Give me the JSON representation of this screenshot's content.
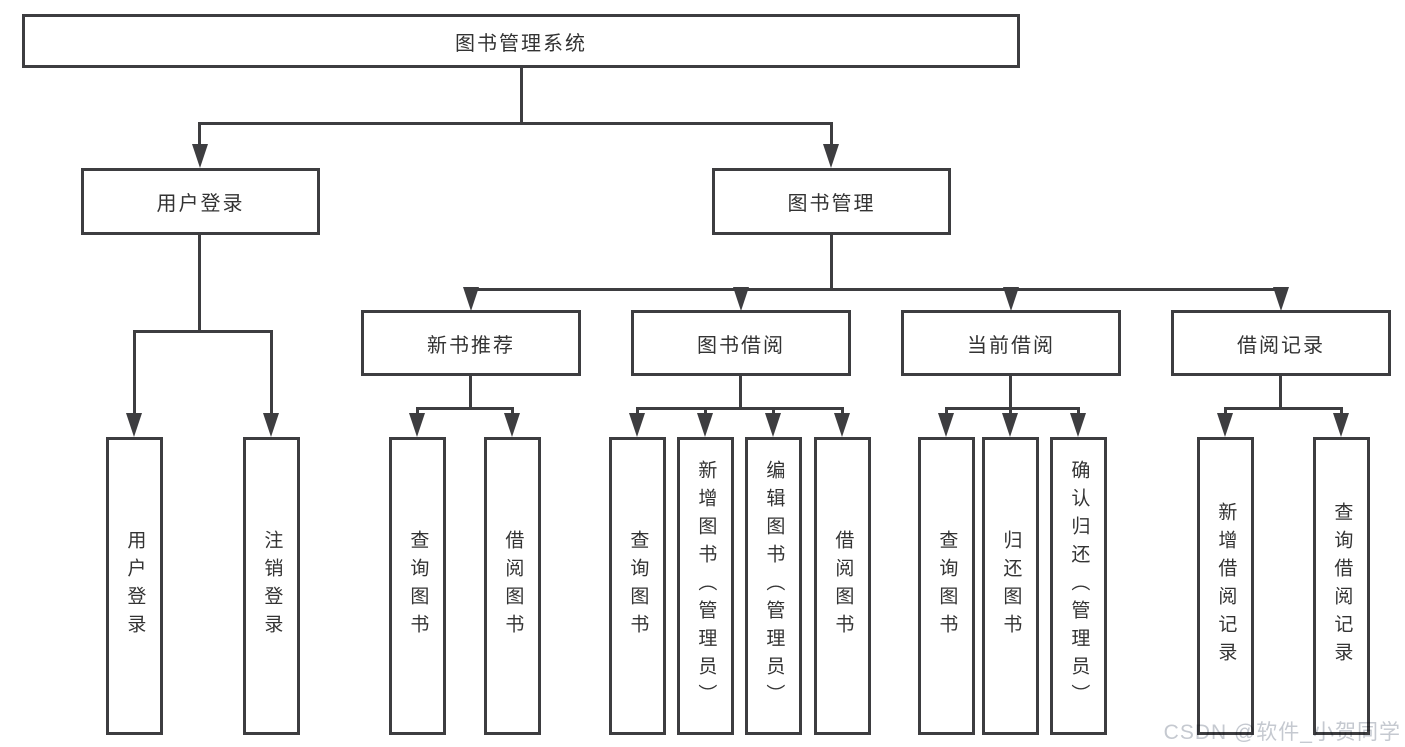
{
  "nodes": {
    "root": "图书管理系统",
    "level2": [
      "用户登录",
      "图书管理"
    ],
    "level3": [
      "新书推荐",
      "图书借阅",
      "当前借阅",
      "借阅记录"
    ],
    "leaves_user_login": [
      "用户登录",
      "注销登录"
    ],
    "leaves_new_book": [
      "查询图书",
      "借阅图书"
    ],
    "leaves_book_borrow": [
      "查询图书",
      "新增图书（管理员）",
      "编辑图书（管理员）",
      "借阅图书"
    ],
    "leaves_current_borrow": [
      "查询图书",
      "归还图书",
      "确认归还（管理员）"
    ],
    "leaves_borrow_record": [
      "新增借阅记录",
      "查询借阅记录"
    ]
  },
  "watermark": "CSDN @软件_小贺同学",
  "colors": {
    "line": "#3d3d40",
    "text": "#333333",
    "watermark_text": "#c5c9d0",
    "background": "#ffffff"
  }
}
